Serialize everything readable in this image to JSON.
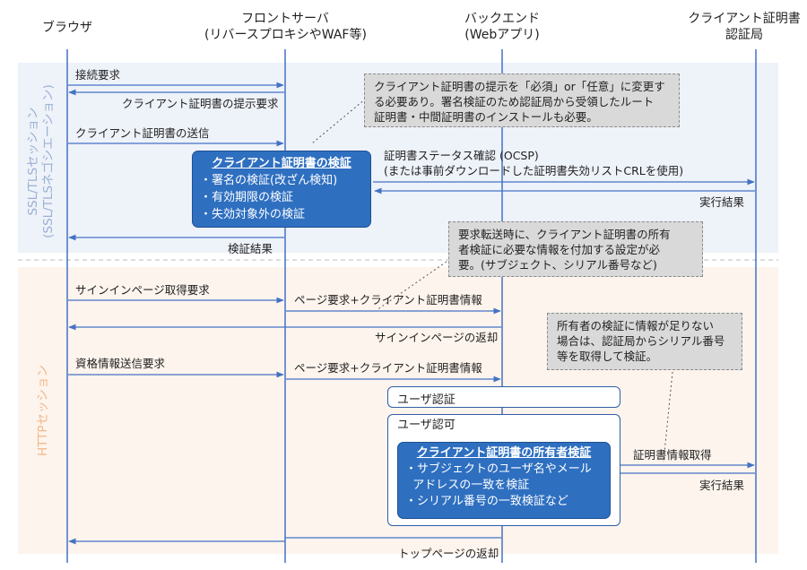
{
  "lifelines": {
    "browser": "ブラウザ",
    "front_line1": "フロントサーバ",
    "front_line2": "(リバースプロキシやWAF等)",
    "backend_line1": "バックエンド",
    "backend_line2": "(Webアプリ)",
    "ca_line1": "クライアント証明書",
    "ca_line2": "認証局"
  },
  "sessions": {
    "ssl": "SSL/TLSセッション\n(SSL/TLSネゴシエーション)",
    "http": "HTTPセッション"
  },
  "messages": {
    "connect": "接続要求",
    "cert_present_req": "クライアント証明書の提示要求",
    "cert_send": "クライアント証明書の送信",
    "ocsp_line1": "証明書ステータス確認 (OCSP)",
    "ocsp_line2": "(または事前ダウンロードした証明書失効リストCRLを使用)",
    "exec_result1": "実行結果",
    "verify_result": "検証結果",
    "signin_get": "サインインページ取得要求",
    "page_req1": "ページ要求+クライアント証明書情報",
    "signin_return": "サインインページの返却",
    "cred_send": "資格情報送信要求",
    "page_req2": "ページ要求+クライアント証明書情報",
    "cert_info_get": "証明書情報取得",
    "exec_result2": "実行結果",
    "top_return": "トップページの返却"
  },
  "boxes": {
    "verify_title": "クライアント証明書の検証",
    "verify_items": [
      "・署名の検証(改ざん検知)",
      "・有効期限の検証",
      "・失効対象外の検証"
    ],
    "user_auth": "ユーザ認証",
    "user_authz": "ユーザ認可",
    "owner_title": "クライアント証明書の所有者検証",
    "owner_items": [
      "・サブジェクトのユーザ名やメール",
      "  アドレスの一致を検証",
      "・シリアル番号の一致検証など"
    ]
  },
  "notes": {
    "note1_lines": [
      "クライアント証明書の提示を「必須」or「任意」に変更す",
      "る必要あり。署名検証のため認証局から受領したルート",
      "証明書・中間証明書のインストールも必要。"
    ],
    "note2_lines": [
      "要求転送時に、クライアント証明書の所有",
      "者検証に必要な情報を付加する設定が必",
      "要。(サブジェクト、シリアル番号など)"
    ],
    "note3_lines": [
      "所有者の検証に情報が足りない",
      "場合は、認証局からシリアル番号",
      "等を取得して検証。"
    ]
  },
  "colors": {
    "lifeline": "#4472c4",
    "ssl_band": "#eef2f9",
    "http_band": "#fdf4ed",
    "box_blue": "#2e6fc0",
    "note_gray": "#d9d9d9"
  }
}
